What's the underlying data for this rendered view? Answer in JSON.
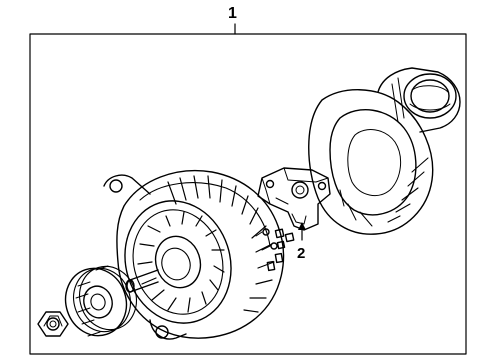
{
  "callouts": {
    "assembly": "1",
    "regulator": "2"
  },
  "colors": {
    "line": "#000000",
    "background": "#ffffff"
  },
  "icons": [
    "alternator-assembly",
    "pulley",
    "nut",
    "rear-cover",
    "voltage-regulator"
  ]
}
